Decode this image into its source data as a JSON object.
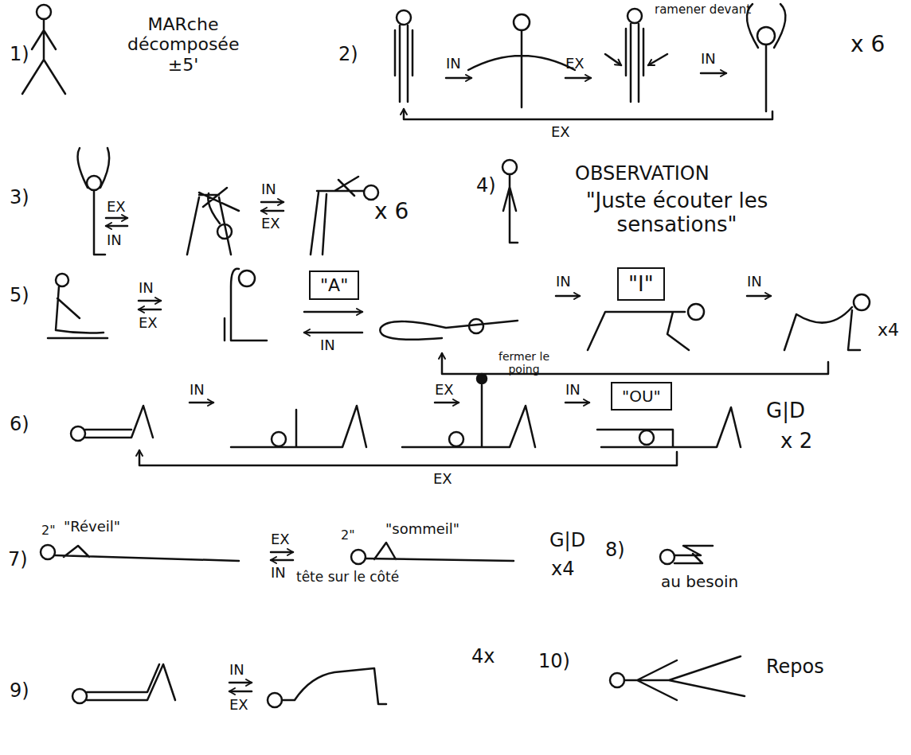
{
  "diagram": {
    "nodes": [
      {
        "text": [
          "\"A\""
        ]
      },
      {
        "text": [
          "\"I\""
        ]
      },
      {
        "text": [
          "\"OU\""
        ]
      }
    ],
    "labels": [
      "1)",
      "MARche décomposée ±5'",
      "2)",
      "IN",
      "EX",
      "ramener devant",
      "IN",
      "EX",
      "x 6",
      "3)",
      "EX",
      "IN",
      "IN",
      "EX",
      "x 6",
      "4)",
      "OBSERVATION",
      "\"Juste écouter les sensations\"",
      "5)",
      "IN",
      "EX",
      "IN",
      "IN",
      "IN",
      "x4",
      "6)",
      "IN",
      "EX",
      "fermer le poing",
      "IN",
      "G|D",
      "x 2",
      "EX",
      "7)",
      "2\"",
      "\"Réveil\"",
      "EX",
      "IN",
      "2\"",
      "\"sommeil\"",
      "tête sur le côté",
      "G|D",
      "x4",
      "8)",
      "au besoin",
      "9)",
      "IN",
      "EX",
      "4x",
      "10)",
      "Repos"
    ]
  }
}
